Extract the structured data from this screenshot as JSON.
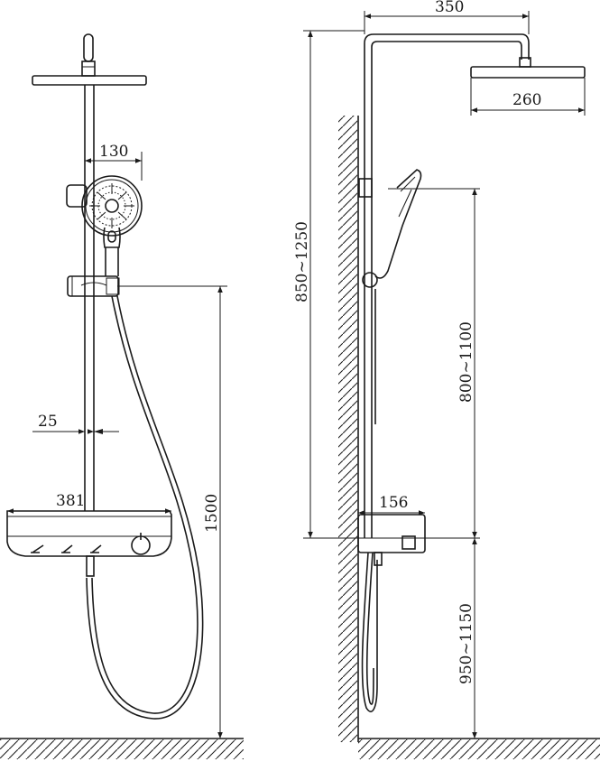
{
  "front_view": {
    "dimensions": {
      "handshower_width": "130",
      "pipe_diameter": "25",
      "shelf_width": "381",
      "total_height": "1500"
    }
  },
  "side_view": {
    "dimensions": {
      "arm_reach": "350",
      "head_diameter": "260",
      "pipe_height_range": "850~1250",
      "holder_height_range": "800~1100",
      "shelf_depth": "156",
      "mount_height_range": "950~1150"
    }
  }
}
